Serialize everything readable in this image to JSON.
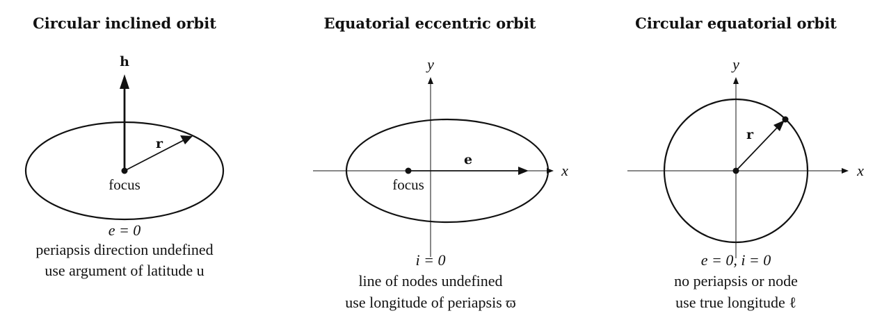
{
  "panels": [
    {
      "title": "Circular inclined orbit",
      "vector_h": "h",
      "vector_r": "r",
      "focus": "focus",
      "condition": "e = 0",
      "line1": "periapsis direction undefined",
      "line2": "use argument of latitude u"
    },
    {
      "title": "Equatorial eccentric orbit",
      "axis_y": "y",
      "axis_x": "x",
      "vector_e": "e",
      "focus": "focus",
      "condition": "i = 0",
      "line1": "line of nodes undefined",
      "line2": "use longitude of periapsis ϖ"
    },
    {
      "title": "Circular equatorial orbit",
      "axis_y": "y",
      "axis_x": "x",
      "vector_r": "r",
      "condition": "e = 0, i = 0",
      "line1": "no periapsis or node",
      "line2": "use true longitude ℓ"
    }
  ]
}
